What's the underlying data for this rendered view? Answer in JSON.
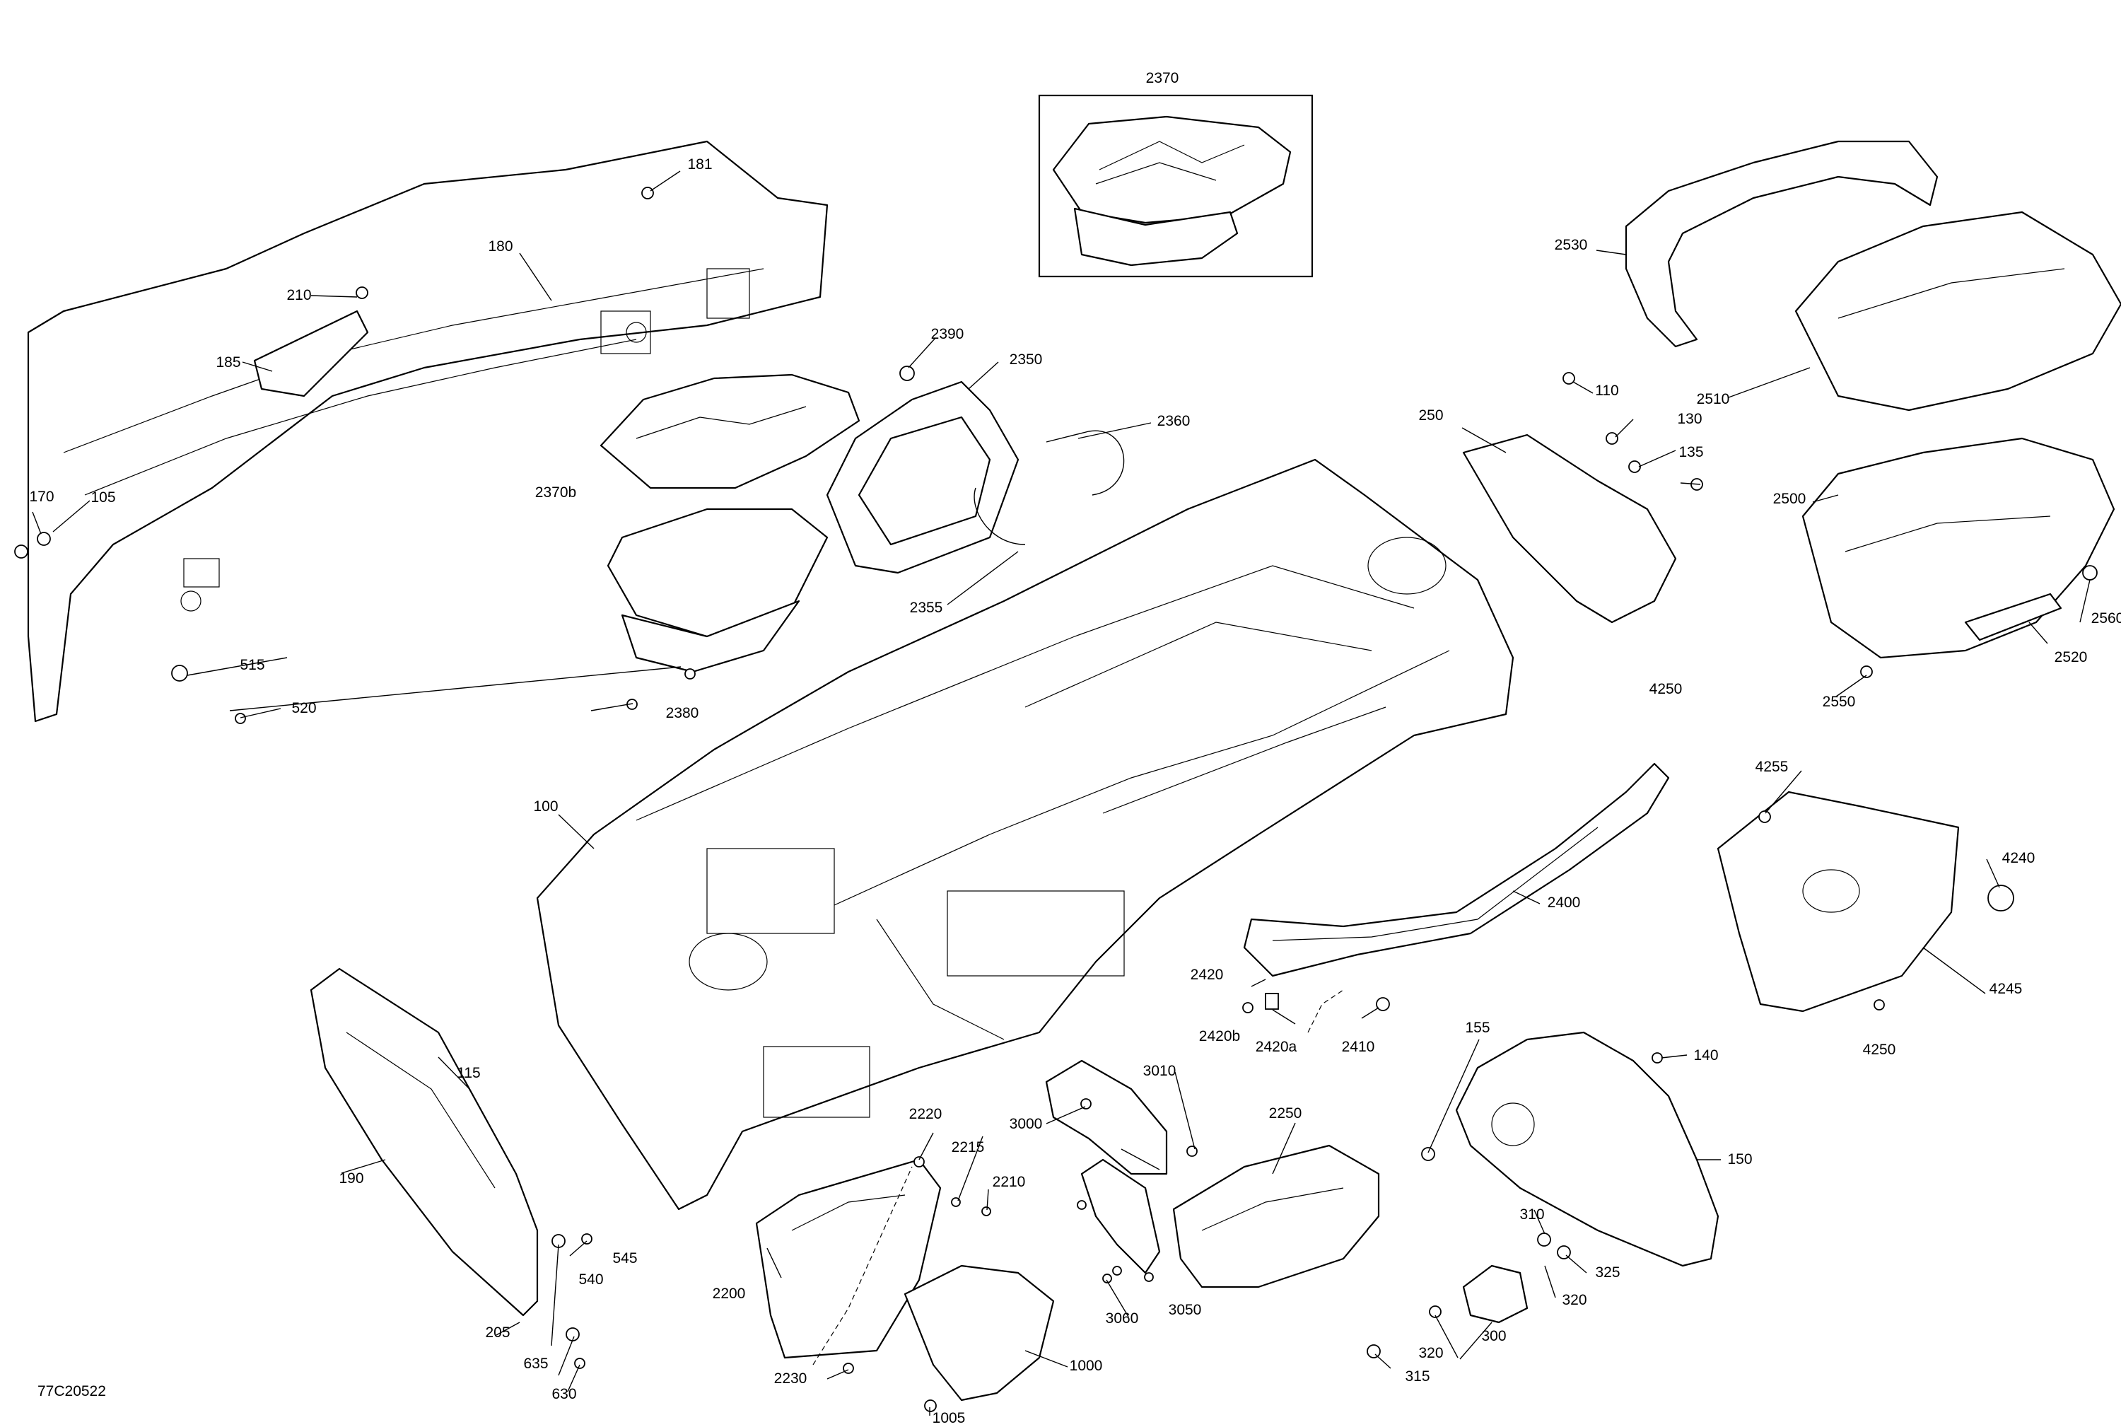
{
  "drawing_id": "77C20522",
  "callouts": {
    "c100": "100",
    "c105": "105",
    "c110": "110",
    "c115": "115",
    "c130": "130",
    "c135": "135",
    "c140": "140",
    "c150": "150",
    "c155": "155",
    "c170": "170",
    "c180": "180",
    "c181": "181",
    "c185": "185",
    "c190": "190",
    "c205": "205",
    "c210": "210",
    "c250": "250",
    "c300": "300",
    "c310": "310",
    "c315": "315",
    "c320a": "320",
    "c320b": "320",
    "c325": "325",
    "c515": "515",
    "c520": "520",
    "c540": "540",
    "c545": "545",
    "c630": "630",
    "c635": "635",
    "c1000": "1000",
    "c1005": "1005",
    "c2200": "2200",
    "c2210": "2210",
    "c2215": "2215",
    "c2220": "2220",
    "c2230": "2230",
    "c2250": "2250",
    "c2350": "2350",
    "c2355": "2355",
    "c2360": "2360",
    "c2370": "2370",
    "c2370b": "2370b",
    "c2380": "2380",
    "c2390": "2390",
    "c2400": "2400",
    "c2410": "2410",
    "c2420": "2420",
    "c2420a": "2420a",
    "c2420b": "2420b",
    "c2500": "2500",
    "c2510": "2510",
    "c2520": "2520",
    "c2530": "2530",
    "c2550": "2550",
    "c2560": "2560",
    "c3000": "3000",
    "c3010": "3010",
    "c3050": "3050",
    "c3060": "3060",
    "c4240": "4240",
    "c4245": "4245",
    "c4250a": "4250",
    "c4250b": "4250",
    "c4255": "4255"
  }
}
